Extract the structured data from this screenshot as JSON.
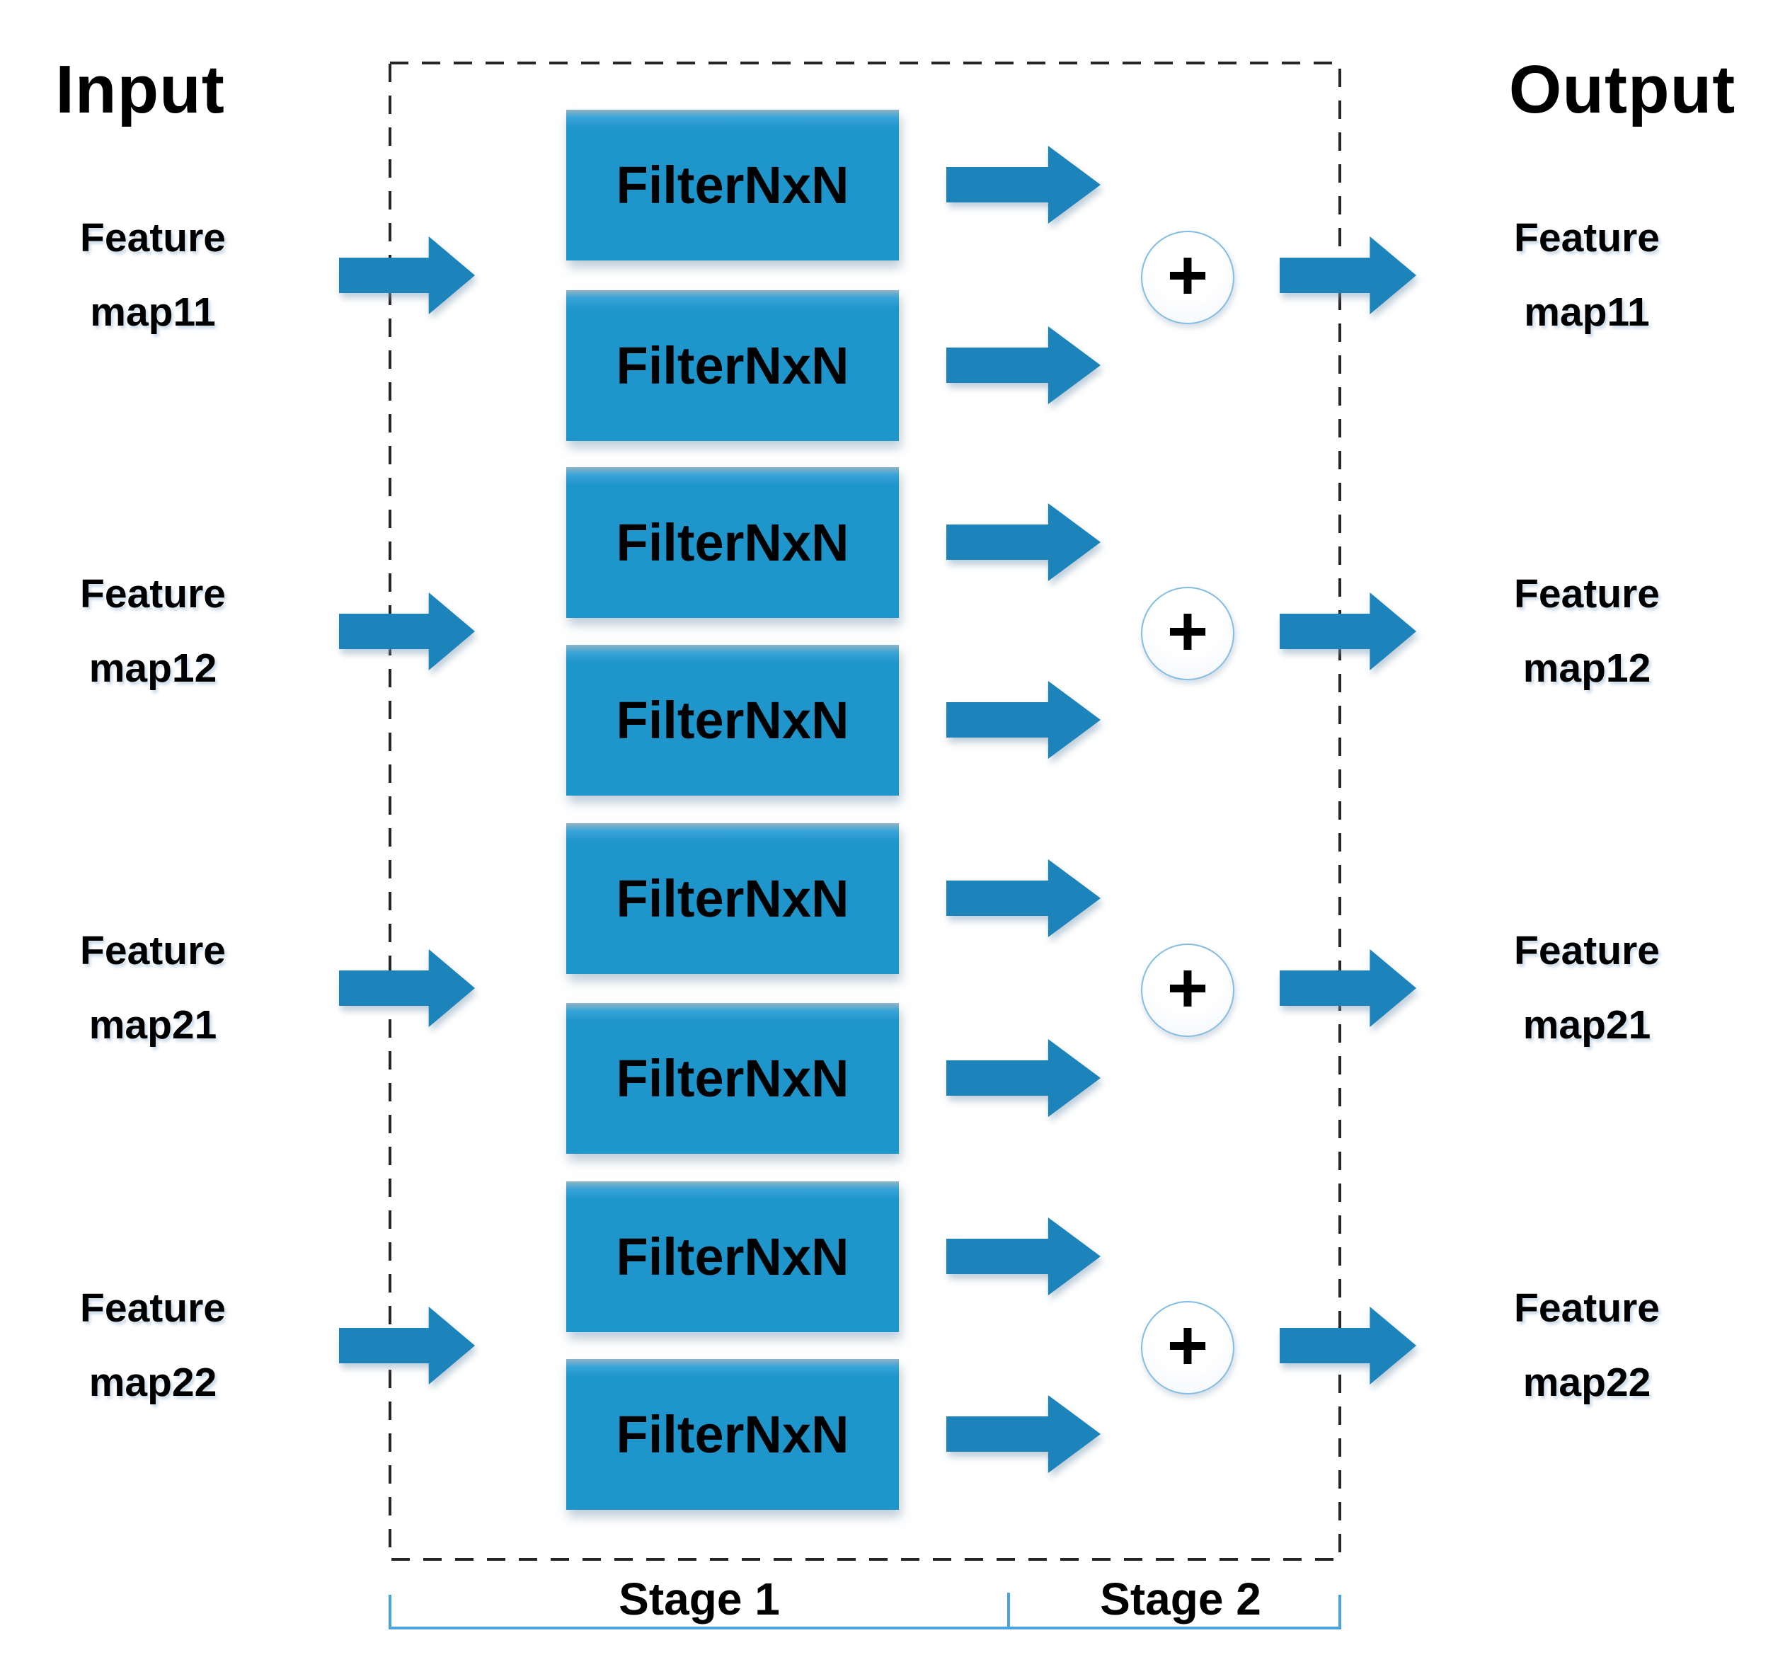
{
  "titles": {
    "input": "Input",
    "output": "Output"
  },
  "filter_box_label": "FilterNxN",
  "plus_symbol": "+",
  "rows": [
    {
      "input_line1": "Feature",
      "input_line2": "map11",
      "output_line1": "Feature",
      "output_line2": "map11"
    },
    {
      "input_line1": "Feature",
      "input_line2": "map12",
      "output_line1": "Feature",
      "output_line2": "map12"
    },
    {
      "input_line1": "Feature",
      "input_line2": "map21",
      "output_line1": "Feature",
      "output_line2": "map21"
    },
    {
      "input_line1": "Feature",
      "input_line2": "map22",
      "output_line1": "Feature",
      "output_line2": "map22"
    }
  ],
  "stages": [
    {
      "label": "Stage 1"
    },
    {
      "label": "Stage 2"
    }
  ],
  "colors": {
    "box_fill": "#1E95CB",
    "arrow_fill": "#1C84BB",
    "bracket": "#4AA3DC",
    "dash": "#262626",
    "circle_border": "#85BCE2",
    "text": "#000000"
  }
}
